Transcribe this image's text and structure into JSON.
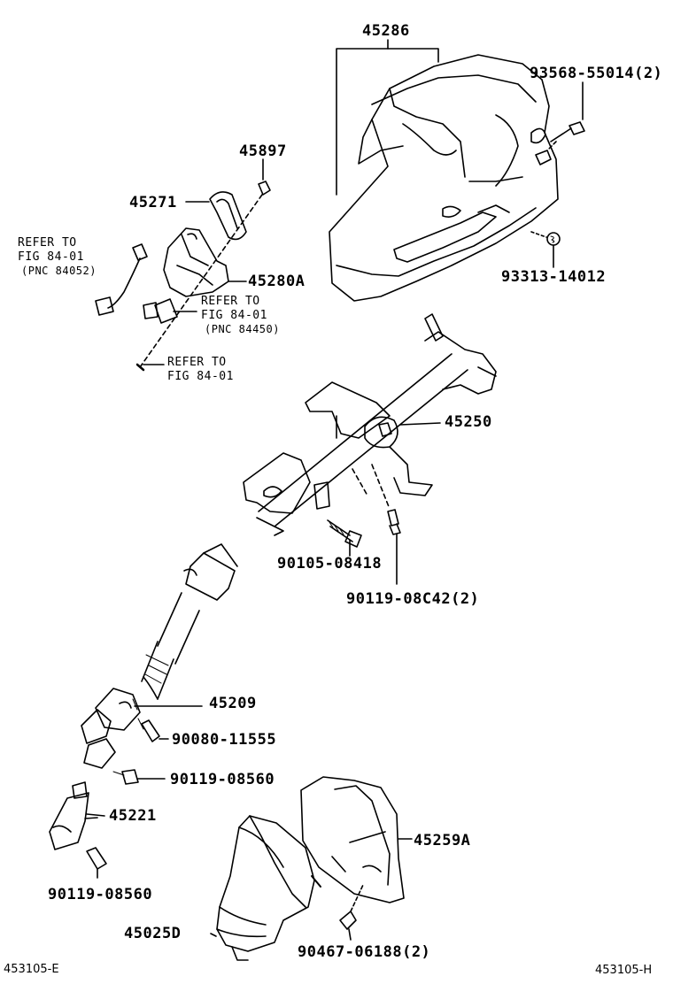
{
  "labels": {
    "p45286": "45286",
    "p93568": "93568-55014(2)",
    "p93313": "93313-14012",
    "p45897": "45897",
    "p45271": "45271",
    "p45280A": "45280A",
    "p45250": "45250",
    "p90105": "90105-08418",
    "p90119_08C42": "90119-08C42(2)",
    "p45209": "45209",
    "p90080": "90080-11555",
    "p90119_a": "90119-08560",
    "p45221": "45221",
    "p90119_b": "90119-08560",
    "p45259A": "45259A",
    "p45025D": "45025D",
    "p90467": "90467-06188(2)"
  },
  "refs": {
    "ref1_line1": "REFER TO",
    "ref1_line2": "FIG 84-01",
    "ref1_line3": "(PNC 84052)",
    "ref2_line1": "REFER TO",
    "ref2_line2": "FIG 84-01",
    "ref2_line3": "(PNC 84450)",
    "ref3_line1": "REFER TO",
    "ref3_line2": "FIG 84-01"
  },
  "codes": {
    "left": "453105-E",
    "right": "453105-H"
  }
}
